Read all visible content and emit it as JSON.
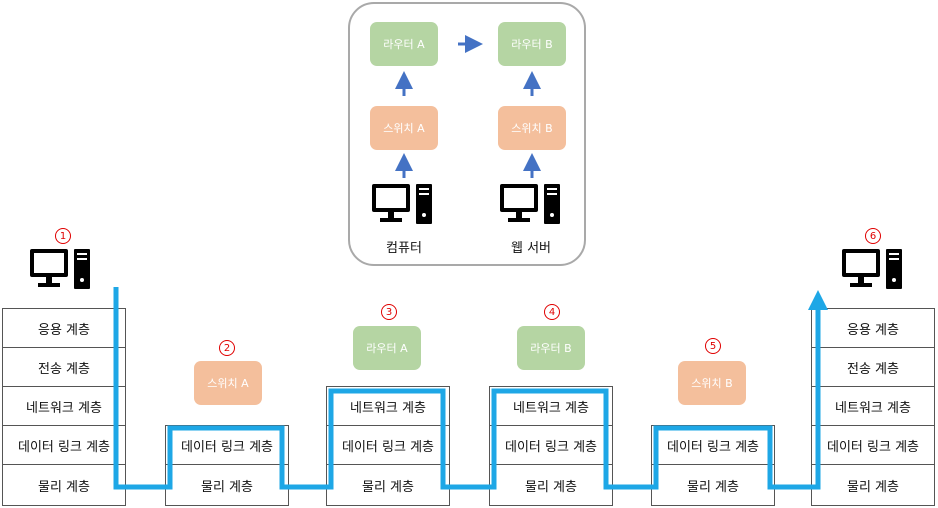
{
  "top_panel": {
    "router_a": "라우터 A",
    "router_b": "라우터 B",
    "switch_a": "스위치 A",
    "switch_b": "스위치 B",
    "computer_caption": "컴퓨터",
    "webserver_caption": "웹 서버"
  },
  "numbers": [
    "1",
    "2",
    "3",
    "4",
    "5",
    "6"
  ],
  "devices": {
    "switch_a": "스위치 A",
    "router_a": "라우터 A",
    "router_b": "라우터 B",
    "switch_b": "스위치 B"
  },
  "layers": {
    "application": "응용 계층",
    "transport": "전송 계층",
    "network": "네트워크 계층",
    "datalink": "데이터 링크 계층",
    "physical": "물리 계층"
  },
  "colors": {
    "router": "#b5d5a3",
    "switch": "#f4bf9c",
    "path": "#1ea7e6",
    "arrow": "#4472c4",
    "number": "#e00000"
  },
  "icons": [
    "computer-icon",
    "server-icon"
  ]
}
